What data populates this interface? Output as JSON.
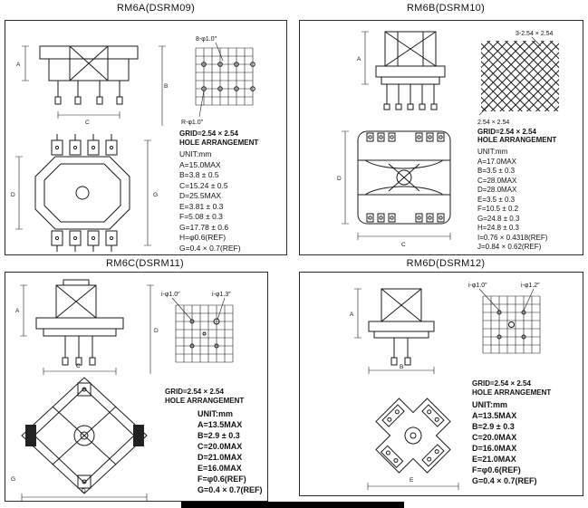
{
  "dim_letters": {
    "A": "A",
    "B": "B",
    "C": "C",
    "D": "D",
    "E": "E",
    "G": "G"
  },
  "panels": {
    "rm6a": {
      "title": "RM6A(DSRM09)",
      "grid_callout_top": "8-φ1.0″",
      "grid_callout_bottom": "R-φ1.0″",
      "grid_label": "GRID=2.54 × 2.54",
      "hole_arrangement": "HOLE ARRANGEMENT",
      "unit": "UNIT:mm",
      "specs": [
        "A=15.0MAX",
        "B=3.8 ± 0.5",
        "C=15.24 ± 0.5",
        "D=25.5MAX",
        "E=3.81 ± 0.3",
        "F=5.08 ± 0.3",
        "G=17.78 ± 0.6",
        "H=φ0.6(REF)",
        "G=0.4 × 0.7(REF)"
      ]
    },
    "rm6b": {
      "title": "RM6B(DSRM10)",
      "grid_callout_top": "3-2.54 × 2.54",
      "grid_callout_bottom": "2.54 × 2.54",
      "grid_label": "GRID=2.54 × 2.54",
      "hole_arrangement": "HOLE ARRANGEMENT",
      "unit": "UNIT:mm",
      "specs": [
        "A=17.0MAX",
        "B=3.5 ± 0.3",
        "C=28.0MAX",
        "D=28.0MAX",
        "E=3.5 ± 0.3",
        "F=10.5 ± 0.2",
        "G=24.8 ± 0.3",
        "H=24.8 ± 0.3",
        "I=0.76 × 0.4318(REF)",
        "J=0.84 × 0.62(REF)"
      ]
    },
    "rm6c": {
      "title": "RM6C(DSRM11)",
      "grid_callout_left": "i-φ1.0″",
      "grid_callout_right": "i-φ1.3″",
      "grid_label": "GRID=2.54 × 2.54",
      "hole_arrangement": "HOLE ARRANGEMENT",
      "unit": "UNIT:mm",
      "specs": [
        "A=13.5MAX",
        "B=2.9 ± 0.3",
        "C=20.0MAX",
        "D=21.0MAX",
        "E=16.0MAX",
        "F=φ0.6(REF)",
        "G=0.4 × 0.7(REF)"
      ]
    },
    "rm6d": {
      "title": "RM6D(DSRM12)",
      "grid_callout_left": "i-φ1.0″",
      "grid_callout_right": "i-φ1.2″",
      "grid_label": "GRID=2.54 × 2.54",
      "hole_arrangement": "HOLE ARRANGEMENT",
      "unit": "UNIT:mm",
      "specs": [
        "A=13.5MAX",
        "B=2.9 ± 0.3",
        "C=20.0MAX",
        "D=16.0MAX",
        "E=21.0MAX",
        "F=φ0.6(REF)",
        "G=0.4 × 0.7(REF)"
      ]
    }
  }
}
